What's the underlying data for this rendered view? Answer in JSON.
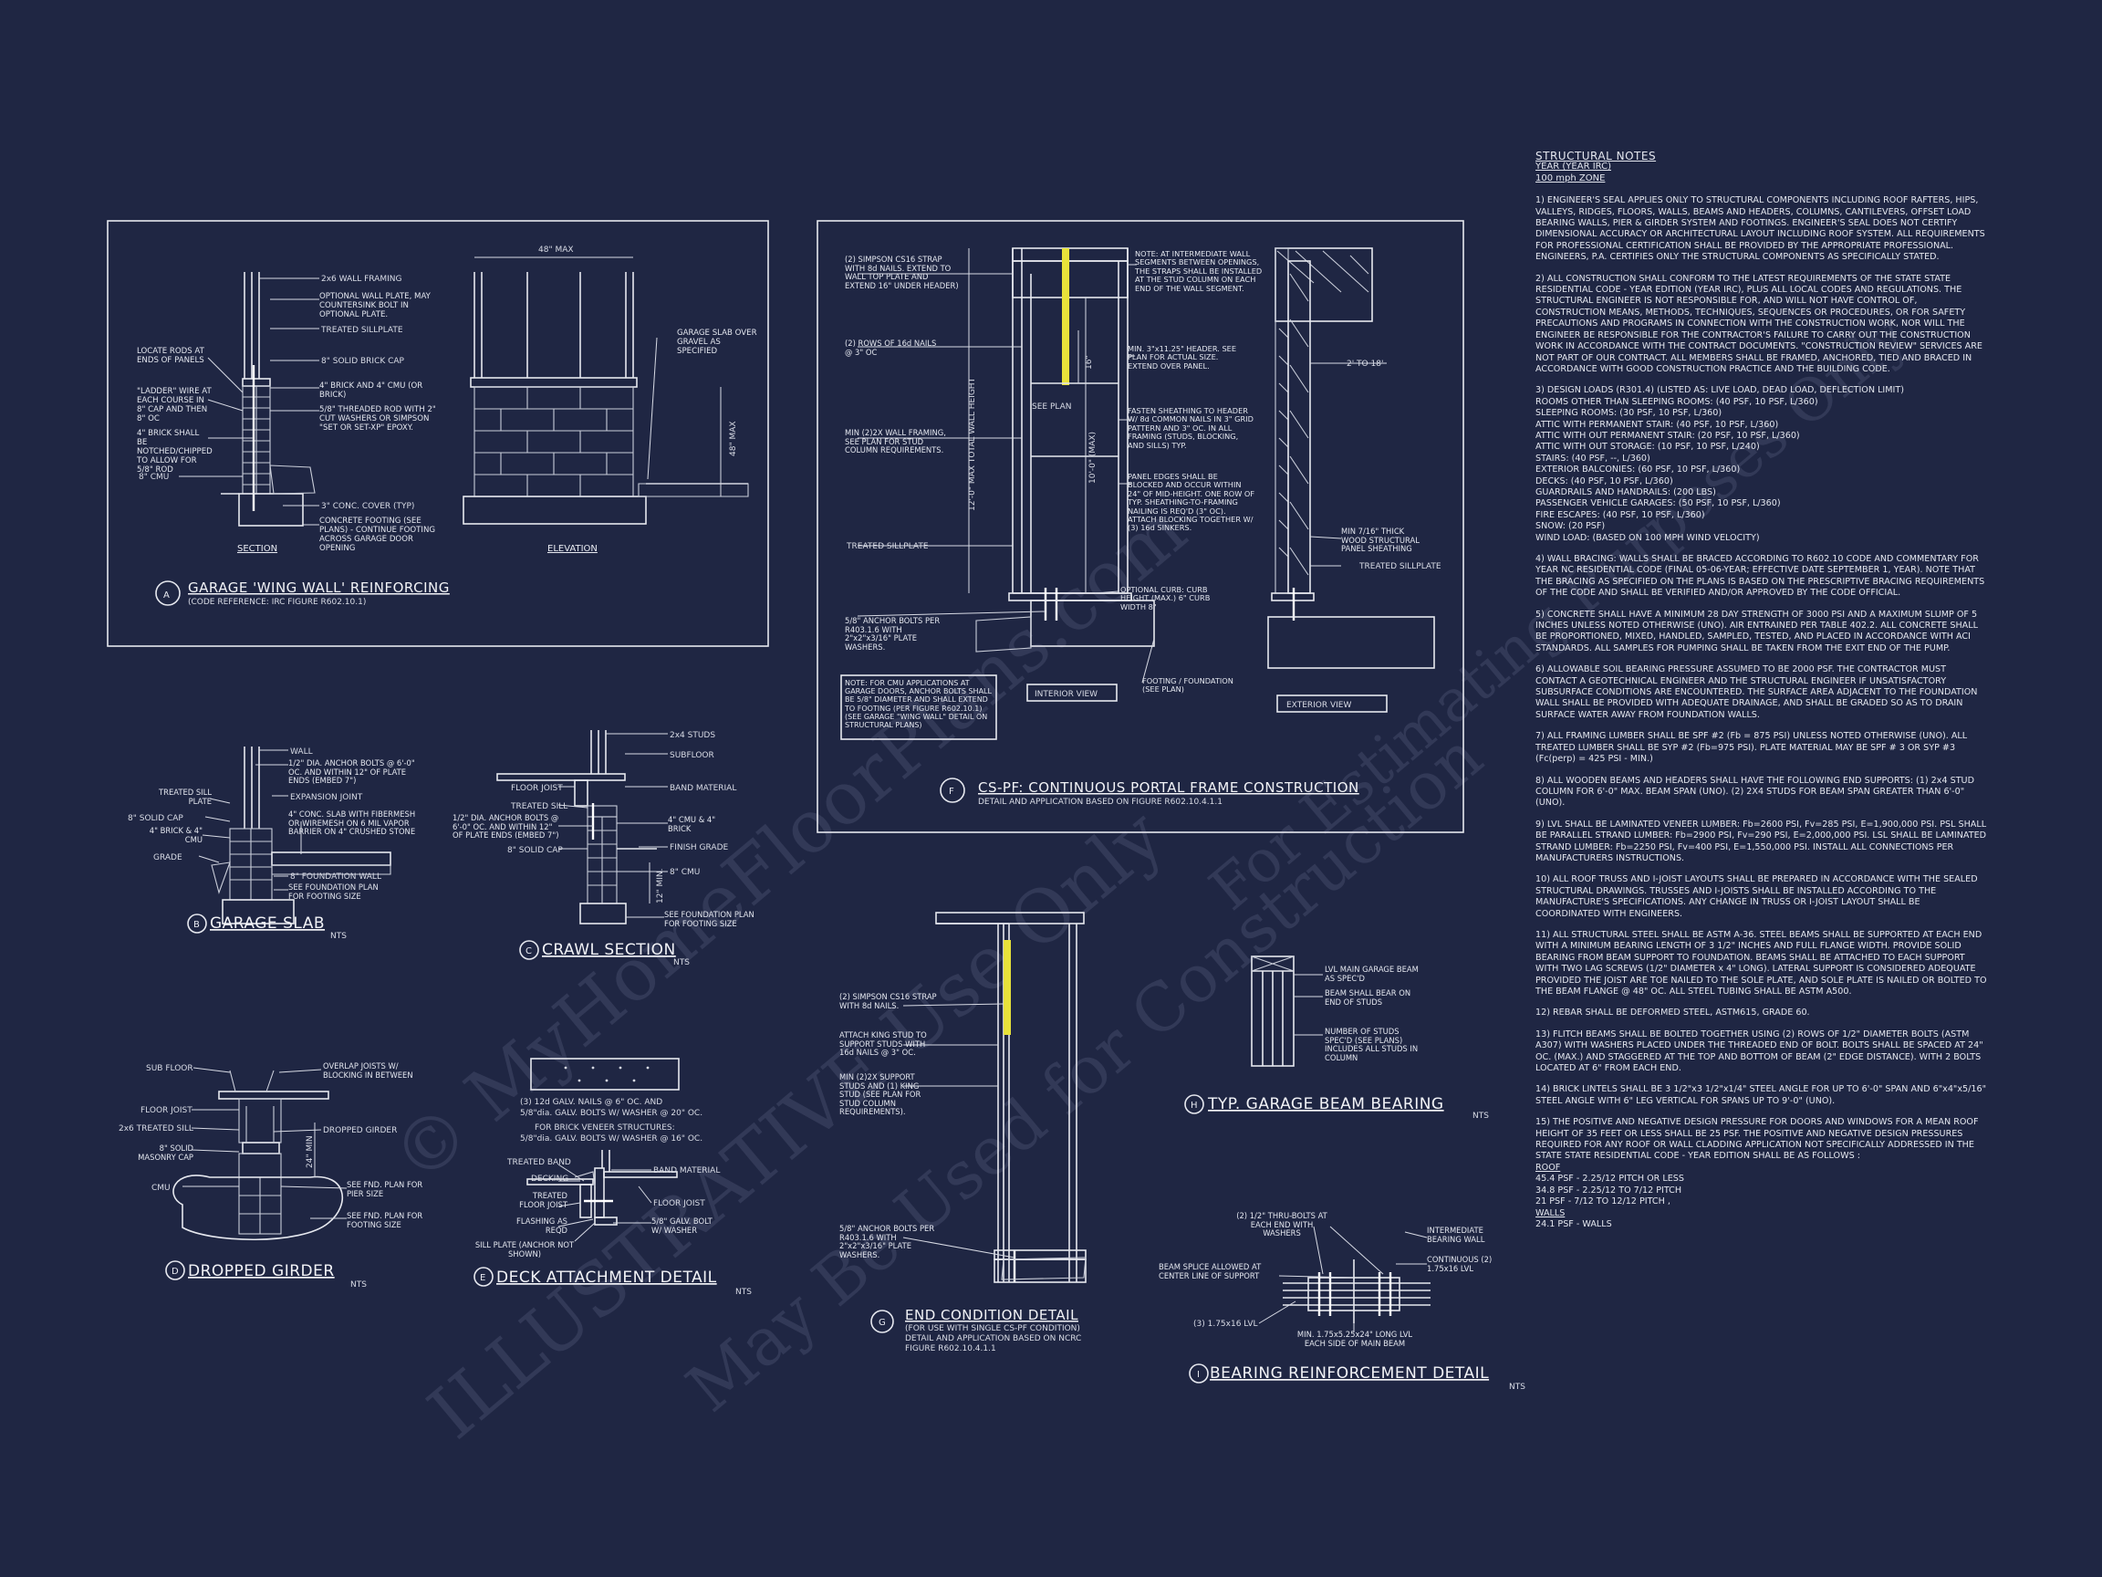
{
  "watermark": [
    "© MyHomeFloorPlans.com",
    "ILLUSTRATIVE Use Only",
    "May Be Used for Construction",
    "For Estimating Purposes Only"
  ],
  "detailA": {
    "marker": "A",
    "title": "GARAGE 'WING WALL' REINFORCING",
    "subtitle": "(CODE REFERENCE: IRC FIGURE R602.10.1)",
    "section_label": "SECTION",
    "elevation_label": "ELEVATION",
    "dim_top": "48\" MAX",
    "dim_side": "48\" MAX",
    "notes_right": [
      "2x6 WALL FRAMING",
      "OPTIONAL WALL PLATE, MAY COUNTERSINK BOLT IN OPTIONAL PLATE.",
      "TREATED SILLPLATE",
      "8\" SOLID BRICK CAP",
      "4\" BRICK AND 4\" CMU (OR BRICK)",
      "5/8\" THREADED ROD WITH 2\" CUT WASHERS OR SIMPSON \"SET OR SET-XP\" EPOXY.",
      "3\" CONC. COVER (TYP)",
      "CONCRETE FOOTING (SEE PLANS) - CONTINUE FOOTING ACROSS GARAGE DOOR OPENING"
    ],
    "notes_left": [
      "LOCATE RODS AT ENDS OF PANELS",
      "\"LADDER\" WIRE AT EACH COURSE IN 8\" CAP AND THEN 8\" OC",
      "4\" BRICK SHALL BE NOTCHED/CHIPPED TO ALLOW FOR 5/8\" ROD",
      "8\" CMU"
    ],
    "note_slab": "GARAGE SLAB OVER GRAVEL AS SPECIFIED"
  },
  "detailB": {
    "marker": "B",
    "title": "GARAGE SLAB",
    "nts": "NTS",
    "labels": [
      "WALL",
      "1/2\" DIA. ANCHOR BOLTS @ 6'-0\" OC. AND WITHIN 12\" OF PLATE ENDS (EMBED 7\")",
      "EXPANSION JOINT",
      "4\" CONC. SLAB WITH FIBERMESH OR WIREMESH ON 6 MIL VAPOR BARRIER ON 4\" CRUSHED STONE",
      "8\" FOUNDATION WALL",
      "SEE FOUNDATION PLAN FOR FOOTING SIZE",
      "TREATED SILL PLATE",
      "8\" SOLID CAP",
      "4\" BRICK & 4\" CMU",
      "GRADE"
    ]
  },
  "detailC": {
    "marker": "C",
    "title": "CRAWL SECTION",
    "nts": "NTS",
    "labels": [
      "2x4 STUDS",
      "SUBFLOOR",
      "BAND MATERIAL",
      "FLOOR JOIST",
      "TREATED SILL",
      "1/2\" DIA. ANCHOR BOLTS @ 6'-0\" OC. AND WITHIN 12\" OF PLATE ENDS (EMBED 7\")",
      "8\" SOLID CAP",
      "4\" CMU & 4\" BRICK",
      "FINISH GRADE",
      "8\" CMU",
      "SEE FOUNDATION PLAN FOR FOOTING SIZE",
      "12\" MIN."
    ]
  },
  "detailD": {
    "marker": "D",
    "title": "DROPPED GIRDER",
    "nts": "NTS",
    "labels": [
      "SUB FLOOR",
      "OVERLAP JOISTS W/ BLOCKING IN BETWEEN",
      "FLOOR JOIST",
      "2x6 TREATED SILL",
      "DROPPED GIRDER",
      "8\" SOLID MASONRY CAP",
      "CMU",
      "SEE FND. PLAN FOR PIER SIZE",
      "SEE FND. PLAN FOR FOOTING SIZE",
      "24\" MIN"
    ]
  },
  "detailE": {
    "marker": "E",
    "title": "DECK ATTACHMENT DETAIL",
    "nts": "NTS",
    "notes": [
      "(3) 12d GALV. NAILS @ 6\" OC. AND",
      "5/8\"dia. GALV. BOLTS W/ WASHER @ 20\" OC.",
      "FOR BRICK VENEER STRUCTURES:",
      "5/8\"dia. GALV. BOLTS W/ WASHER @ 16\" OC."
    ],
    "labels": [
      "TREATED BAND",
      "DECKING",
      "TREATED FLOOR JOIST",
      "FLASHING AS REQD",
      "SILL PLATE (ANCHOR NOT SHOWN)",
      "BAND MATERIAL",
      "FLOOR JOIST",
      "5/8\" GALV. BOLT W/ WASHER"
    ]
  },
  "detailF": {
    "marker": "F",
    "title": "CS-PF: CONTINUOUS PORTAL FRAME CONSTRUCTION",
    "subtitle": "DETAIL AND APPLICATION BASED ON FIGURE R602.10.4.1.1",
    "interior_view": "INTERIOR VIEW",
    "exterior_view": "EXTERIOR VIEW",
    "labels_left": [
      "(2) SIMPSON CS16 STRAP WITH 8d NAILS. EXTEND TO WALL TOP PLATE AND EXTEND 16\" UNDER HEADER)",
      "(2) ROWS OF 16d NAILS @ 3\" OC",
      "MIN (2)2X WALL FRAMING, SEE PLAN FOR STUD COLUMN REQUIREMENTS.",
      "TREATED SILLPLATE",
      "5/8\" ANCHOR BOLTS PER R403.1.6 WITH 2\"x2\"x3/16\" PLATE WASHERS."
    ],
    "labels_mid": [
      "NOTE: AT INTERMEDIATE WALL SEGMENTS BETWEEN OPENINGS, THE STRAPS SHALL BE INSTALLED AT THE STUD COLUMN ON EACH END OF THE WALL SEGMENT.",
      "MIN. 3\"x11.25\" HEADER. SEE PLAN FOR ACTUAL SIZE. EXTEND OVER PANEL.",
      "FASTEN SHEATHING TO HEADER W/ 8d COMMON NAILS IN 3\" GRID PATTERN AND 3\" OC. IN ALL FRAMING (STUDS, BLOCKING, AND SILLS) TYP.",
      "PANEL EDGES SHALL BE BLOCKED AND OCCUR WITHIN 24\" OF MID-HEIGHT. ONE ROW OF TYP. SHEATHING-TO-FRAMING NAILING IS REQ'D (3\" OC). ATTACH BLOCKING TOGETHER W/ (3) 16d SINKERS.",
      "OPTIONAL CURB: CURB HEIGHT (MAX.) 6\" CURB WIDTH 8\"",
      "FOOTING / FOUNDATION (SEE PLAN)"
    ],
    "labels_right": [
      "2' TO 18'",
      "MIN 7/16\" THICK WOOD STRUCTURAL PANEL SHEATHING",
      "TREATED SILLPLATE"
    ],
    "note_box": "NOTE: FOR CMU APPLICATIONS AT GARAGE DOORS, ANCHOR BOLTS SHALL BE 5/8\" DIAMETER AND SHALL EXTEND TO FOOTING (PER FIGURE R602.10.1) (SEE GARAGE \"WING WALL\" DETAIL ON STRUCTURAL PLANS)",
    "dims": [
      "12'-0\" MAX TOTAL WALL HEIGHT",
      "10'-0\" (MAX)",
      "16\"",
      "SEE PLAN"
    ]
  },
  "detailG": {
    "marker": "G",
    "title": "END CONDITION DETAIL",
    "subtitle": [
      "(FOR USE WITH SINGLE CS-PF CONDITION)",
      "DETAIL AND APPLICATION BASED ON NCRC",
      "FIGURE R602.10.4.1.1"
    ],
    "labels": [
      "(2) SIMPSON CS16 STRAP WITH 8d NAILS.",
      "ATTACH KING STUD TO SUPPORT STUDS WITH 16d NAILS @ 3\" OC.",
      "MIN (2)2X SUPPORT STUDS AND (1) KING STUD (SEE PLAN FOR STUD COLUMN REQUIREMENTS).",
      "5/8\" ANCHOR BOLTS PER R403.1.6 WITH 2\"x2\"x3/16\" PLATE WASHERS."
    ]
  },
  "detailH": {
    "marker": "H",
    "title": "TYP. GARAGE BEAM BEARING",
    "nts": "NTS",
    "labels": [
      "LVL MAIN GARAGE BEAM AS SPEC'D",
      "BEAM SHALL BEAR ON END OF STUDS",
      "NUMBER OF STUDS SPEC'D (SEE PLANS) INCLUDES ALL STUDS IN COLUMN"
    ]
  },
  "detailI": {
    "marker": "I",
    "title": "BEARING REINFORCEMENT DETAIL",
    "nts": "NTS",
    "labels": [
      "(2) 1/2\" THRU-BOLTS AT EACH END WITH WASHERS",
      "INTERMEDIATE BEARING WALL",
      "BEAM SPLICE ALLOWED AT CENTER LINE OF SUPPORT",
      "CONTINUOUS (2) 1.75x16 LVL",
      "(3) 1.75x16 LVL",
      "MIN. 1.75x5.25x24\" LONG LVL EACH SIDE OF MAIN BEAM"
    ]
  },
  "notes": {
    "title": "STRUCTURAL NOTES",
    "sub1": "YEAR (YEAR IRC)",
    "sub2": "100 mph ZONE",
    "paragraphs": [
      "1) ENGINEER'S SEAL APPLIES ONLY TO STRUCTURAL COMPONENTS INCLUDING ROOF RAFTERS, HIPS, VALLEYS, RIDGES, FLOORS, WALLS, BEAMS AND HEADERS, COLUMNS, CANTILEVERS, OFFSET LOAD BEARING WALLS, PIER & GIRDER SYSTEM AND FOOTINGS. ENGINEER'S SEAL DOES NOT CERTIFY DIMENSIONAL ACCURACY OR ARCHITECTURAL LAYOUT INCLUDING ROOF SYSTEM. ALL REQUIREMENTS FOR PROFESSIONAL CERTIFICATION SHALL BE PROVIDED BY THE APPROPRIATE PROFESSIONAL. ENGINEERS, P.A. CERTIFIES ONLY THE STRUCTURAL COMPONENTS AS SPECIFICALLY STATED.",
      "2) ALL CONSTRUCTION SHALL CONFORM TO THE LATEST REQUIREMENTS OF THE STATE STATE RESIDENTIAL CODE - YEAR EDITION (YEAR IRC), PLUS ALL LOCAL CODES AND REGULATIONS. THE STRUCTURAL ENGINEER IS NOT RESPONSIBLE FOR, AND WILL NOT HAVE CONTROL OF, CONSTRUCTION MEANS, METHODS, TECHNIQUES, SEQUENCES OR PROCEDURES, OR FOR SAFETY PRECAUTIONS AND PROGRAMS IN CONNECTION WITH THE CONSTRUCTION WORK, NOR WILL THE ENGINEER BE RESPONSIBLE FOR THE CONTRACTOR'S FAILURE TO CARRY OUT THE CONSTRUCTION WORK IN ACCORDANCE WITH THE CONTRACT DOCUMENTS. \"CONSTRUCTION REVIEW\" SERVICES ARE NOT PART OF OUR CONTRACT. ALL MEMBERS SHALL BE FRAMED, ANCHORED, TIED AND BRACED IN ACCORDANCE WITH GOOD CONSTRUCTION PRACTICE AND THE BUILDING CODE."
    ],
    "loads_intro": "3) DESIGN LOADS (R301.4) (LISTED AS: LIVE LOAD, DEAD LOAD, DEFLECTION LIMIT)",
    "loads": [
      "ROOMS OTHER THAN SLEEPING ROOMS: (40 PSF, 10 PSF, L/360)",
      "SLEEPING ROOMS: (30 PSF, 10 PSF, L/360)",
      "ATTIC WITH PERMANENT STAIR: (40 PSF, 10 PSF, L/360)",
      "ATTIC WITH OUT PERMANENT STAIR: (20 PSF, 10 PSF, L/360)",
      "ATTIC WITH OUT STORAGE: (10 PSF, 10 PSF, L/240)",
      "STAIRS: (40 PSF, --, L/360)",
      "EXTERIOR BALCONIES: (60 PSF, 10 PSF, L/360)",
      "DECKS: (40 PSF, 10 PSF, L/360)",
      "GUARDRAILS AND HANDRAILS: (200 LBS)",
      "PASSENGER VEHICLE GARAGES: (50 PSF, 10 PSF, L/360)",
      "FIRE ESCAPES: (40 PSF, 10 PSF, L/360)",
      "SNOW: (20 PSF)",
      "WIND LOAD: (BASED ON 100 MPH WIND VELOCITY)"
    ],
    "paragraphs2": [
      "4) WALL BRACING: WALLS SHALL BE BRACED ACCORDING TO R602.10 CODE AND COMMENTARY FOR YEAR NC RESIDENTIAL CODE (FINAL 05-06-YEAR; EFFECTIVE DATE SEPTEMBER 1, YEAR). NOTE THAT THE BRACING AS SPECIFIED ON THE PLANS IS BASED ON THE PRESCRIPTIVE BRACING REQUIREMENTS OF THE CODE AND SHALL BE VERIFIED AND/OR APPROVED BY THE CODE OFFICIAL.",
      "5) CONCRETE SHALL HAVE A MINIMUM 28 DAY STRENGTH OF 3000 PSI AND A MAXIMUM SLUMP OF 5 INCHES UNLESS NOTED OTHERWISE (UNO). AIR ENTRAINED PER TABLE 402.2. ALL CONCRETE SHALL BE PROPORTIONED, MIXED, HANDLED, SAMPLED, TESTED, AND PLACED IN ACCORDANCE WITH ACI STANDARDS. ALL SAMPLES FOR PUMPING SHALL BE TAKEN FROM THE EXIT END OF THE PUMP.",
      "6) ALLOWABLE SOIL BEARING PRESSURE ASSUMED TO BE 2000 PSF. THE CONTRACTOR MUST CONTACT A GEOTECHNICAL ENGINEER AND THE STRUCTURAL ENGINEER IF UNSATISFACTORY SUBSURFACE CONDITIONS ARE ENCOUNTERED. THE SURFACE AREA ADJACENT TO THE FOUNDATION WALL SHALL BE PROVIDED WITH ADEQUATE DRAINAGE, AND SHALL BE GRADED SO AS TO DRAIN SURFACE WATER AWAY FROM FOUNDATION WALLS.",
      "7) ALL FRAMING LUMBER SHALL BE SPF #2 (Fb = 875 PSI) UNLESS NOTED OTHERWISE (UNO). ALL TREATED LUMBER SHALL BE SYP #2 (Fb=975 PSI). PLATE MATERIAL MAY BE SPF # 3 OR SYP #3 (Fc(perp) = 425 PSI - MIN.)",
      "8) ALL WOODEN BEAMS AND HEADERS SHALL HAVE THE FOLLOWING END SUPPORTS: (1) 2x4 STUD COLUMN FOR 6'-0\" MAX. BEAM SPAN (UNO). (2) 2X4 STUDS FOR BEAM SPAN GREATER THAN 6'-0\" (UNO).",
      "9) LVL SHALL BE LAMINATED VENEER LUMBER: Fb=2600 PSI, Fv=285 PSI, E=1,900,000 PSI. PSL SHALL BE PARALLEL STRAND LUMBER: Fb=2900 PSI, Fv=290 PSI, E=2,000,000 PSI. LSL SHALL BE LAMINATED STRAND LUMBER: Fb=2250 PSI, Fv=400 PSI, E=1,550,000 PSI. INSTALL ALL CONNECTIONS PER MANUFACTURERS INSTRUCTIONS.",
      "10) ALL ROOF TRUSS AND I-JOIST LAYOUTS SHALL BE PREPARED IN ACCORDANCE WITH THE SEALED STRUCTURAL DRAWINGS. TRUSSES AND I-JOISTS SHALL BE INSTALLED ACCORDING TO THE MANUFACTURE'S SPECIFICATIONS. ANY CHANGE IN TRUSS OR I-JOIST LAYOUT SHALL BE COORDINATED WITH ENGINEERS.",
      "11) ALL STRUCTURAL STEEL SHALL BE ASTM A-36. STEEL BEAMS SHALL BE SUPPORTED AT EACH END WITH A MINIMUM BEARING LENGTH OF 3 1/2\" INCHES AND FULL FLANGE WIDTH. PROVIDE SOLID BEARING FROM BEAM SUPPORT TO FOUNDATION. BEAMS SHALL BE ATTACHED TO EACH SUPPORT WITH TWO LAG SCREWS (1/2\" DIAMETER x 4\" LONG). LATERAL SUPPORT IS CONSIDERED ADEQUATE PROVIDED THE JOIST ARE TOE NAILED TO THE SOLE PLATE, AND SOLE PLATE IS NAILED OR BOLTED TO THE BEAM FLANGE @ 48\" OC. ALL STEEL TUBING SHALL BE ASTM A500.",
      "12) REBAR SHALL BE DEFORMED STEEL, ASTM615, GRADE 60.",
      "13) FLITCH BEAMS SHALL BE BOLTED TOGETHER USING (2) ROWS OF 1/2\" DIAMETER BOLTS (ASTM A307) WITH WASHERS PLACED UNDER THE THREADED END OF BOLT. BOLTS SHALL BE SPACED AT 24\" OC. (MAX.) AND STAGGERED AT THE TOP AND BOTTOM OF BEAM (2\" EDGE DISTANCE). WITH 2 BOLTS LOCATED AT 6\" FROM EACH END.",
      "14) BRICK LINTELS SHALL BE 3 1/2\"x3 1/2\"x1/4\" STEEL ANGLE FOR UP TO 6'-0\" SPAN AND 6\"x4\"x5/16\" STEEL ANGLE WITH 6\" LEG VERTICAL FOR SPANS UP TO 9'-0\" (UNO).",
      "15) THE POSITIVE AND NEGATIVE DESIGN PRESSURE FOR DOORS AND WINDOWS FOR A MEAN ROOF HEIGHT OF 35 FEET OR LESS SHALL BE 25 PSF. THE POSITIVE AND NEGATIVE DESIGN PRESSURES REQUIRED FOR ANY ROOF OR WALL CLADDING APPLICATION NOT SPECIFICALLY ADDRESSED IN THE STATE STATE RESIDENTIAL CODE - YEAR EDITION SHALL BE AS FOLLOWS :"
    ],
    "roof_label": "ROOF",
    "roof": [
      "45.4 PSF - 2.25/12 PITCH OR LESS",
      "34.8 PSF - 2.25/12 TO 7/12 PITCH",
      "21 PSF - 7/12 TO 12/12 PITCH ,"
    ],
    "walls_label": "WALLS",
    "walls": [
      "24.1 PSF - WALLS"
    ]
  }
}
